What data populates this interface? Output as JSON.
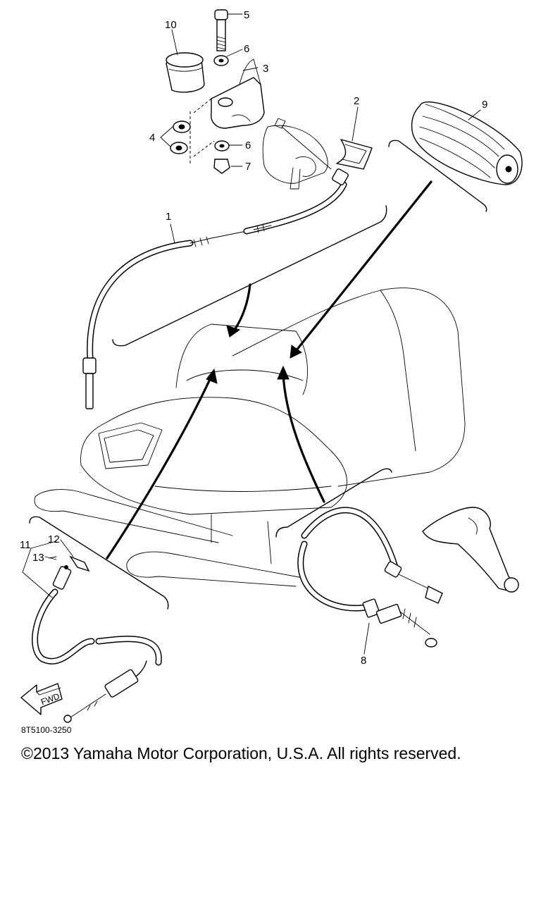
{
  "diagram": {
    "part_numbers": [
      "1",
      "2",
      "3",
      "4",
      "5",
      "6",
      "6",
      "7",
      "8",
      "9",
      "10",
      "11",
      "12",
      "13"
    ],
    "direction_label": "FWD",
    "diagram_code": "8T5100-3250"
  },
  "footer": {
    "copyright": "©2013 Yamaha Motor Corporation, U.S.A. All rights reserved."
  }
}
